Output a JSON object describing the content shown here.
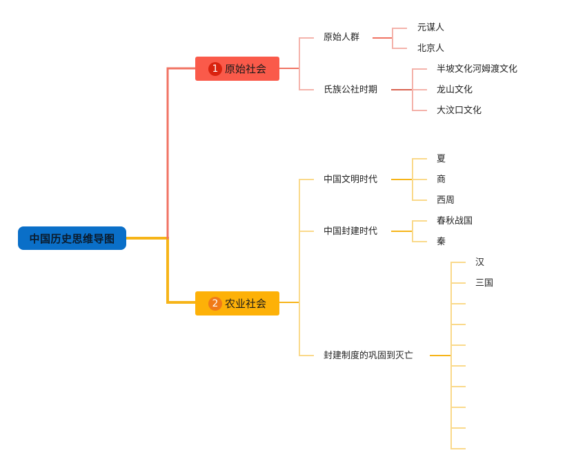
{
  "root": {
    "label": "中国历史思维导图",
    "color": "#0a6fc8"
  },
  "branches": [
    {
      "index": "1",
      "label": "原始社会",
      "color": "#fa5a4a",
      "badge_color": "#d9230f",
      "line_color": "#f07262",
      "light_line_color": "#f4b2aa",
      "children": [
        {
          "label": "原始人群",
          "children": [
            "元谋人",
            "北京人"
          ]
        },
        {
          "label": "氏族公社时期",
          "children": [
            "半坡文化河姆渡文化",
            "龙山文化",
            "大汶口文化"
          ]
        }
      ]
    },
    {
      "index": "2",
      "label": "农业社会",
      "color": "#fdb108",
      "badge_color": "#f07a18",
      "line_color": "#f6b418",
      "light_line_color": "#fad98a",
      "children": [
        {
          "label": "中国文明时代",
          "children": [
            "夏",
            "商",
            "西周"
          ]
        },
        {
          "label": "中国封建时代",
          "children": [
            "春秋战国",
            "秦"
          ]
        },
        {
          "label": "封建制度的巩固到灭亡",
          "children": [
            "汉",
            "三国",
            "",
            "",
            "",
            "",
            "",
            "",
            "",
            ""
          ]
        }
      ]
    }
  ]
}
